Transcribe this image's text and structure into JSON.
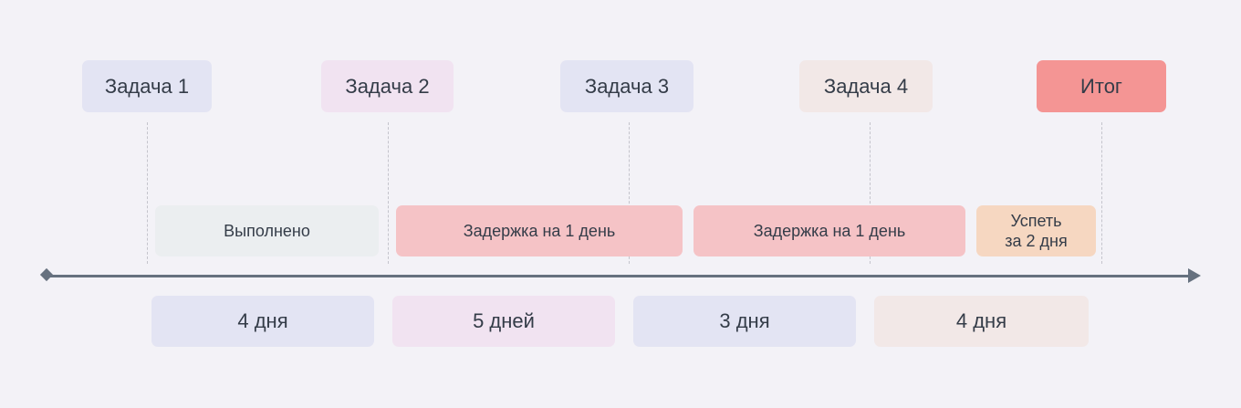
{
  "tasks": [
    {
      "label": "Задача 1",
      "color": "#e3e4f3"
    },
    {
      "label": "Задача 2",
      "color": "#f1e3f1"
    },
    {
      "label": "Задача 3",
      "color": "#e3e4f3"
    },
    {
      "label": "Задача 4",
      "color": "#f2e8e7"
    },
    {
      "label": "Итог",
      "color": "#f49594"
    }
  ],
  "statuses": [
    {
      "label": "Выполнено",
      "color": "#ebeef0"
    },
    {
      "label": "Задержка на 1 день",
      "color": "#f5c3c6"
    },
    {
      "label": "Задержка на 1 день",
      "color": "#f5c3c6"
    },
    {
      "label_line1": "Успеть",
      "label_line2": "за 2 дня",
      "color": "#f6d7c1"
    }
  ],
  "durations": [
    {
      "label": "4 дня",
      "color": "#e3e4f3"
    },
    {
      "label": "5 дней",
      "color": "#f1e3f1"
    },
    {
      "label": "3 дня",
      "color": "#e3e4f3"
    },
    {
      "label": "4 дня",
      "color": "#f2e8e7"
    }
  ],
  "axis": {
    "color": "#66717f"
  }
}
